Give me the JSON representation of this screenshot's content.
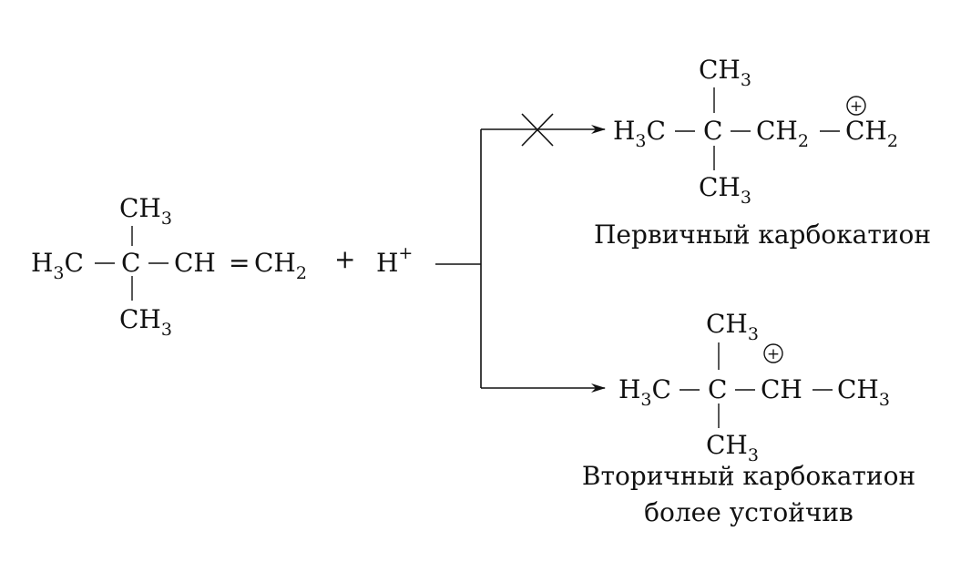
{
  "colors": {
    "ink": "#111111",
    "background": "#ffffff"
  },
  "reactant": {
    "h3c_left": "H",
    "h3c_left_sub": "3",
    "h3c_left_c": "C",
    "bond_dash": "−",
    "central_c": "C",
    "ch": "CH",
    "double_bond": "=",
    "ch2": "CH",
    "ch2_sub": "2",
    "top_ch3": "CH",
    "top_ch3_sub": "3",
    "bottom_ch3": "CH",
    "bottom_ch3_sub": "3"
  },
  "plus_sign": "+",
  "proton": {
    "h": "H",
    "charge": "+"
  },
  "blocked_path_mark": "cross-mark",
  "primary": {
    "h3c": "H",
    "h3c_sub": "3",
    "h3c_c": "C",
    "central_c": "C",
    "ch2": "CH",
    "ch2_sub": "2",
    "terminal_ch2": "CH",
    "terminal_ch2_sub": "2",
    "top_ch3": "CH",
    "top_ch3_sub": "3",
    "bottom_ch3": "CH",
    "bottom_ch3_sub": "3",
    "charge": "+",
    "caption": "Первичный карбокатион"
  },
  "secondary": {
    "h3c": "H",
    "h3c_sub": "3",
    "h3c_c": "C",
    "central_c": "C",
    "ch": "CH",
    "ch3": "CH",
    "ch3_sub": "3",
    "top_ch3": "CH",
    "top_ch3_sub": "3",
    "bottom_ch3": "CH",
    "bottom_ch3_sub": "3",
    "charge": "+",
    "caption_line1": "Вторичный карбокатион",
    "caption_line2": "более устойчив"
  }
}
